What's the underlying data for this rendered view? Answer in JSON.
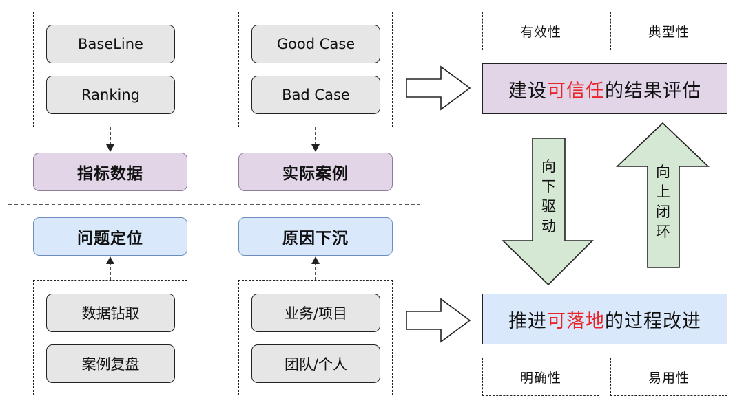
{
  "left_top": {
    "box1": [
      "BaseLine",
      "Ranking"
    ],
    "box2": [
      "Good Case",
      "Bad Case"
    ],
    "label1": "指标数据",
    "label2": "实际案例"
  },
  "left_bottom": {
    "label1": "问题定位",
    "label2": "原因下沉",
    "box1": [
      "数据钻取",
      "案例复盘"
    ],
    "box2": [
      "业务/项目",
      "团队/个人"
    ]
  },
  "right_top": {
    "tags": [
      "有效性",
      "典型性"
    ],
    "result": {
      "pre": "建设",
      "highlight": "可信任",
      "post": "的结果评估"
    }
  },
  "right_bottom": {
    "tags": [
      "明确性",
      "易用性"
    ],
    "result": {
      "pre": "推进",
      "highlight": "可落地",
      "post": "的过程改进"
    }
  },
  "arrows": {
    "down": [
      "向",
      "下",
      "驱",
      "动"
    ],
    "up": [
      "向",
      "上",
      "闭",
      "环"
    ]
  },
  "colors": {
    "purple_fill": "#e1d5e7",
    "blue_fill": "#dae8fc",
    "green_fill": "#d5e8d4",
    "highlight_red": "#e8262a"
  }
}
